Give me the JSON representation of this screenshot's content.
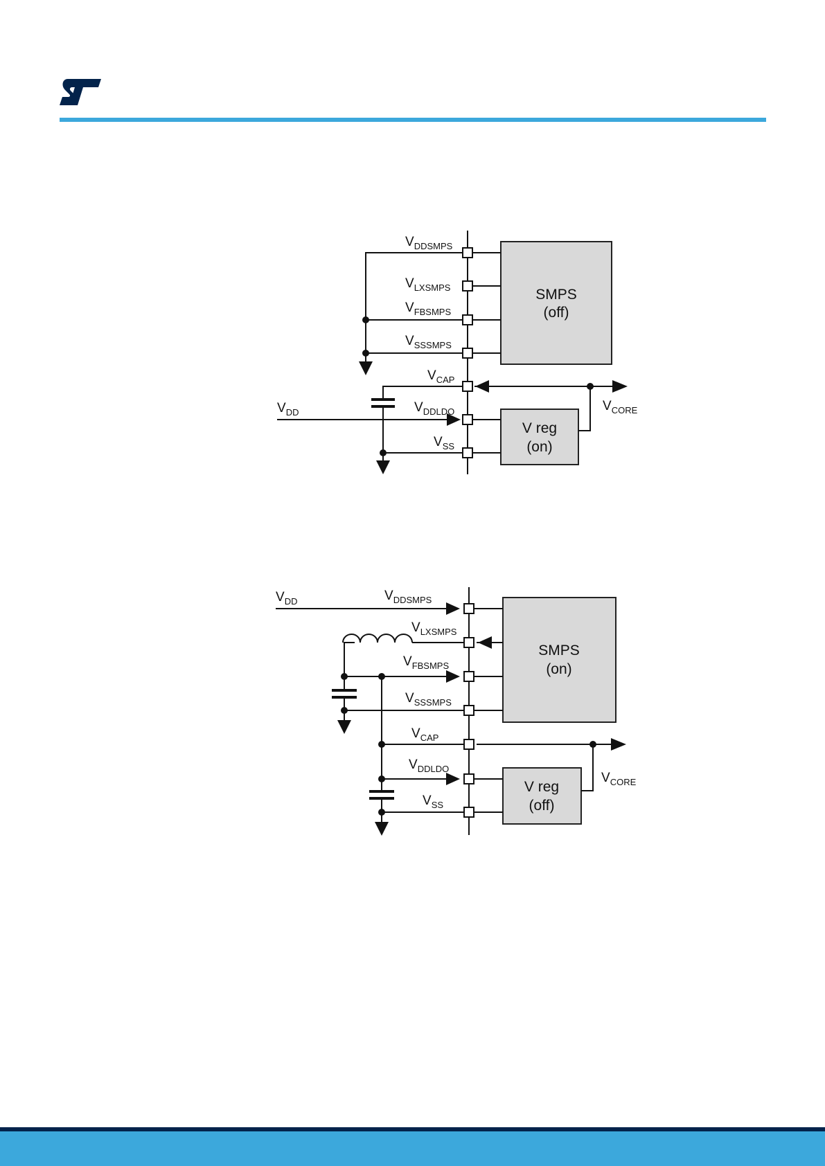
{
  "header": {
    "logo": "ST"
  },
  "diagram1": {
    "pins": [
      {
        "base": "V",
        "sub": "DDSMPS"
      },
      {
        "base": "V",
        "sub": "LXSMPS"
      },
      {
        "base": "V",
        "sub": "FBSMPS"
      },
      {
        "base": "V",
        "sub": "SSSMPS"
      },
      {
        "base": "V",
        "sub": "CAP"
      },
      {
        "base": "V",
        "sub": "DDLDO"
      },
      {
        "base": "V",
        "sub": "SS"
      }
    ],
    "input": {
      "base": "V",
      "sub": "DD"
    },
    "output": {
      "base": "V",
      "sub": "CORE"
    },
    "smps": {
      "line1": "SMPS",
      "line2": "(off)"
    },
    "vreg": {
      "line1": "V reg",
      "line2": "(on)"
    }
  },
  "diagram2": {
    "pins": [
      {
        "base": "V",
        "sub": "DDSMPS"
      },
      {
        "base": "V",
        "sub": "LXSMPS"
      },
      {
        "base": "V",
        "sub": "FBSMPS"
      },
      {
        "base": "V",
        "sub": "SSSMPS"
      },
      {
        "base": "V",
        "sub": "CAP"
      },
      {
        "base": "V",
        "sub": "DDLDO"
      },
      {
        "base": "V",
        "sub": "SS"
      }
    ],
    "input": {
      "base": "V",
      "sub": "DD"
    },
    "output": {
      "base": "V",
      "sub": "CORE"
    },
    "smps": {
      "line1": "SMPS",
      "line2": "(on)"
    },
    "vreg": {
      "line1": "V reg",
      "line2": "(off)"
    }
  }
}
